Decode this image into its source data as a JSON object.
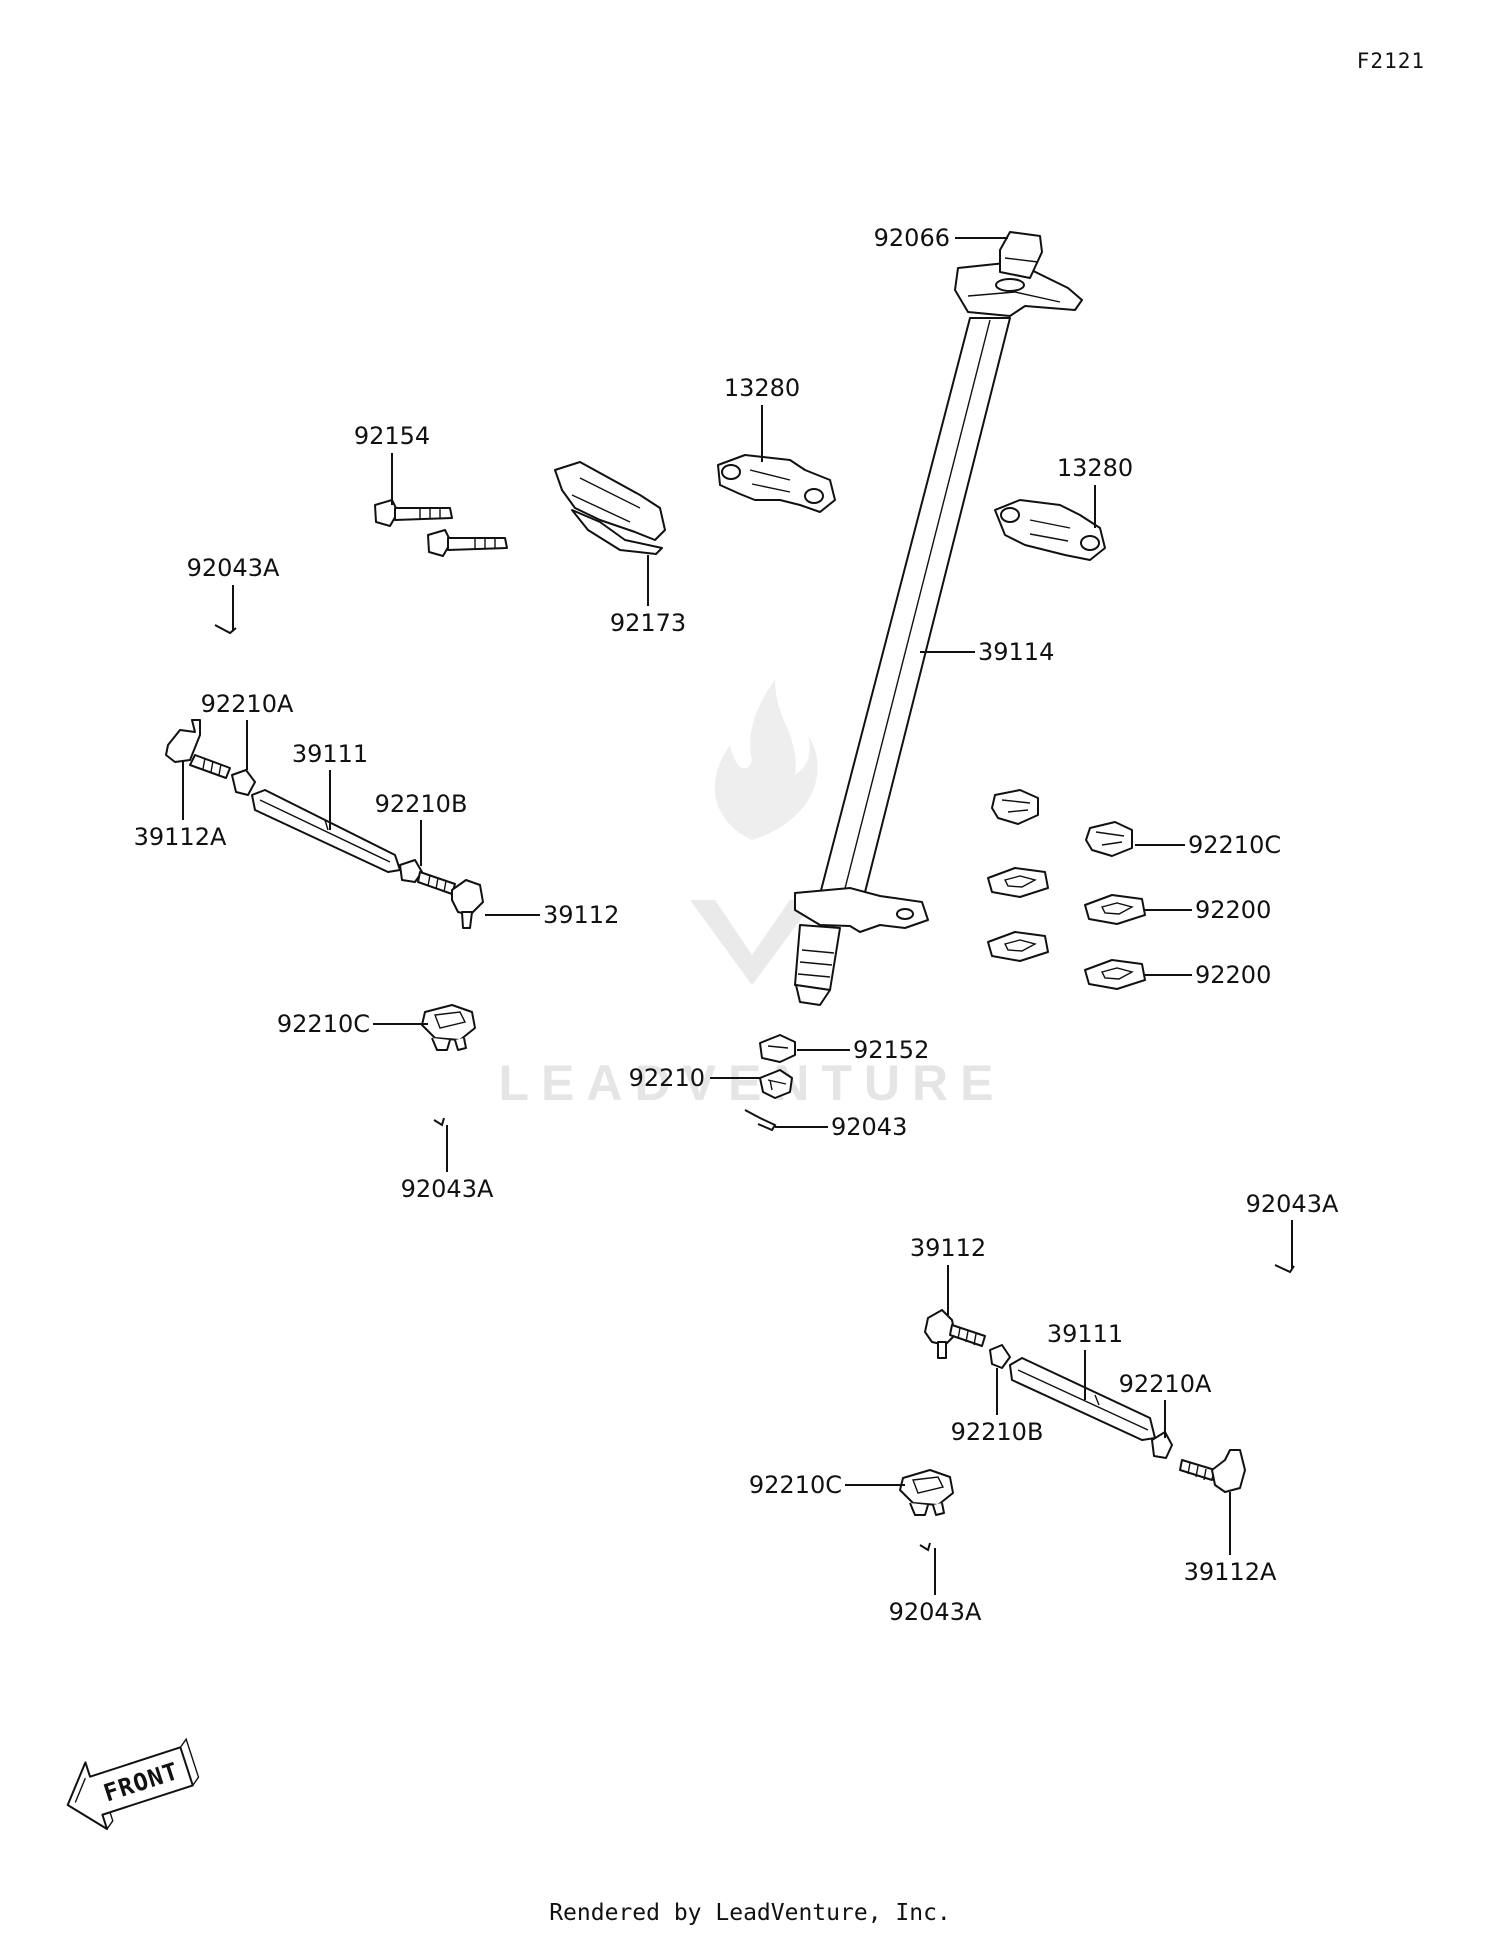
{
  "diagram_code": "F2121",
  "footer": "Rendered by LeadVenture, Inc.",
  "watermark": "LEADVENTURE",
  "front_arrow_text": "FRONT",
  "part_labels": {
    "p92066": "92066",
    "p13280_a": "13280",
    "p13280_b": "13280",
    "p92154": "92154",
    "p92043A_1": "92043A",
    "p92173": "92173",
    "p39114": "39114",
    "p92210A_1": "92210A",
    "p39111_1": "39111",
    "p92210B_1": "92210B",
    "p39112A_1": "39112A",
    "p39112_1": "39112",
    "p92210C_1": "92210C",
    "p92200_1": "92200",
    "p92200_2": "92200",
    "p92210C_2": "92210C",
    "p92152": "92152",
    "p92210": "92210",
    "p92043": "92043",
    "p92043A_2": "92043A",
    "p92043A_3": "92043A",
    "p39112_2": "39112",
    "p39111_2": "39111",
    "p92210A_2": "92210A",
    "p92210B_2": "92210B",
    "p92210C_3": "92210C",
    "p39112A_2": "39112A",
    "p92043A_4": "92043A"
  }
}
